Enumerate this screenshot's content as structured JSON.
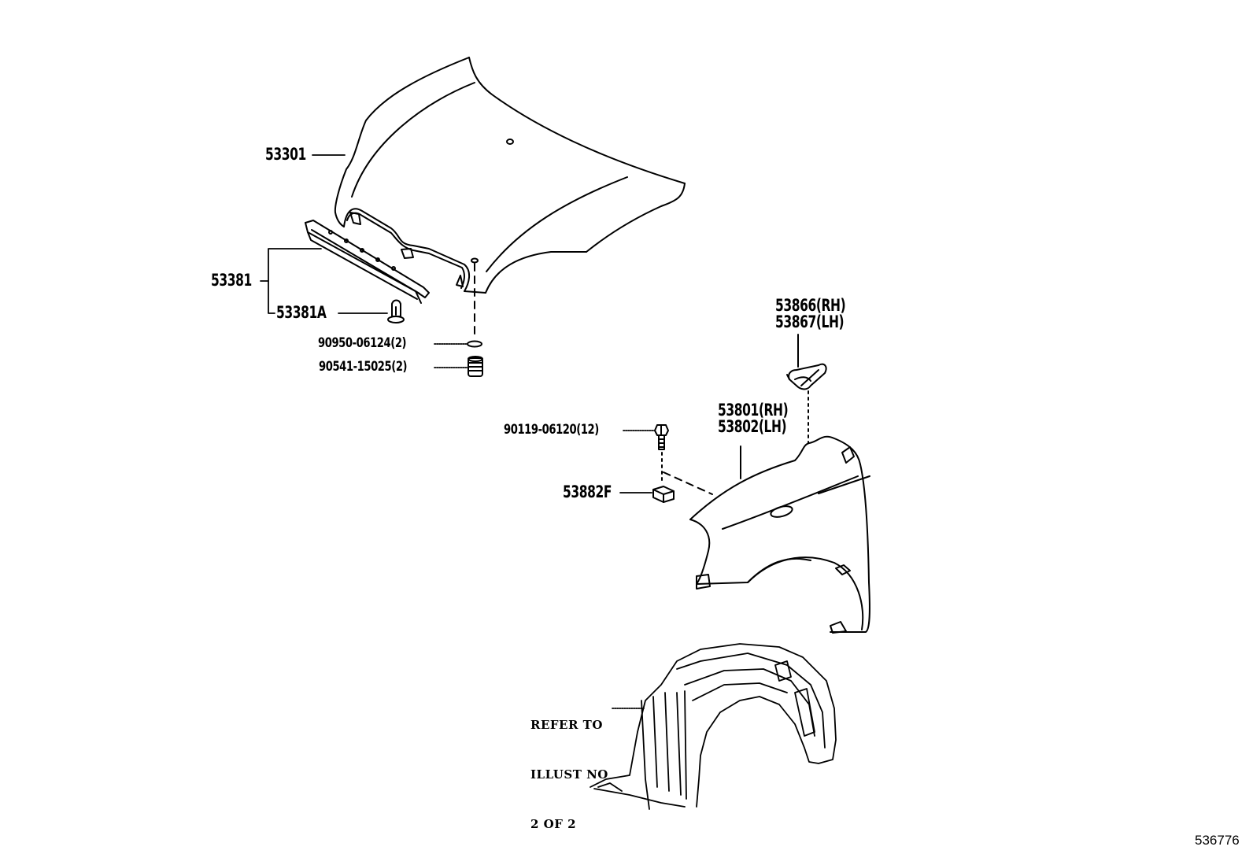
{
  "diagram": {
    "type": "parts-catalog-exploded-view",
    "subject": "Hood & Front Fender",
    "illustration_number": "536776",
    "parts": [
      {
        "id": "p53301",
        "label": "53301",
        "name": "hood"
      },
      {
        "id": "p53381",
        "label": "53381",
        "name": "hood-seal-strip"
      },
      {
        "id": "p53381a",
        "label": "53381A",
        "name": "clip"
      },
      {
        "id": "p90950",
        "label": "90950-06124(2)",
        "name": "washer",
        "qty": 2
      },
      {
        "id": "p90541",
        "label": "90541-15025(2)",
        "name": "cushion",
        "qty": 2
      },
      {
        "id": "p53866",
        "label": "53866(RH)",
        "name": "fender-seal-rh"
      },
      {
        "id": "p53867",
        "label": "53867(LH)",
        "name": "fender-seal-lh"
      },
      {
        "id": "p53801",
        "label": "53801(RH)",
        "name": "front-fender-rh"
      },
      {
        "id": "p53802",
        "label": "53802(LH)",
        "name": "front-fender-lh"
      },
      {
        "id": "p90119",
        "label": "90119-06120(12)",
        "name": "bolt",
        "qty": 12
      },
      {
        "id": "p53882f",
        "label": "53882F",
        "name": "nut"
      }
    ],
    "note": {
      "lines": [
        "REFER TO",
        "ILLUST NO",
        "2 OF 2"
      ],
      "points_to": "fender-liner"
    },
    "colors": {
      "ink": "#000000",
      "background": "#ffffff"
    }
  }
}
